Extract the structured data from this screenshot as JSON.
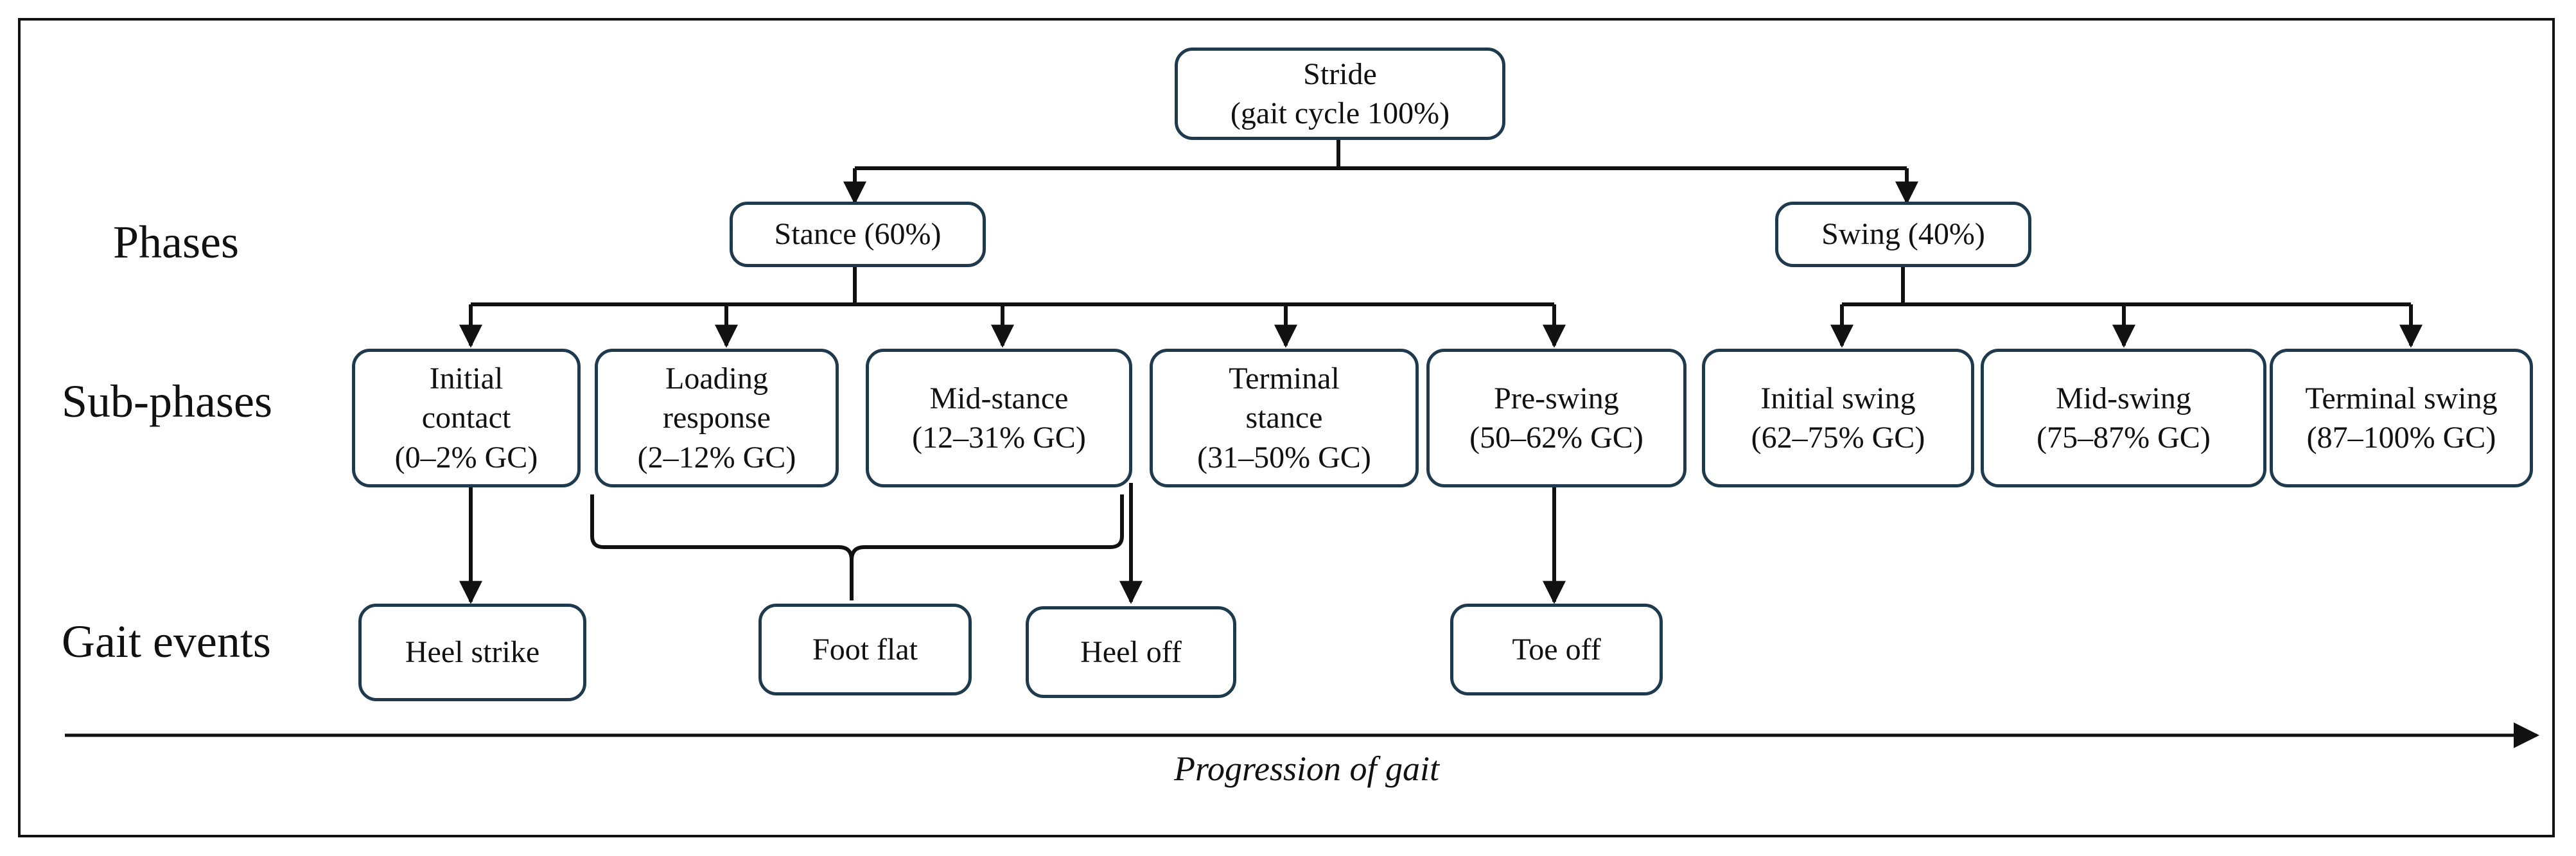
{
  "root": {
    "label": "Stride\n(gait cycle 100%)"
  },
  "row_labels": {
    "phases": "Phases",
    "sub_phases": "Sub-phases",
    "gait_events": "Gait events"
  },
  "phases": [
    {
      "id": "stance",
      "label": "Stance (60%)"
    },
    {
      "id": "swing",
      "label": "Swing (40%)"
    }
  ],
  "sub_phases": [
    {
      "id": "initial-contact",
      "label": "Initial\ncontact\n(0–2% GC)"
    },
    {
      "id": "loading-response",
      "label": "Loading\nresponse\n(2–12% GC)"
    },
    {
      "id": "mid-stance",
      "label": "Mid-stance\n(12–31% GC)"
    },
    {
      "id": "terminal-stance",
      "label": "Terminal\nstance\n(31–50% GC)"
    },
    {
      "id": "pre-swing",
      "label": "Pre-swing\n(50–62% GC)"
    },
    {
      "id": "initial-swing",
      "label": "Initial swing\n(62–75% GC)"
    },
    {
      "id": "mid-swing",
      "label": "Mid-swing\n(75–87% GC)"
    },
    {
      "id": "terminal-swing",
      "label": "Terminal swing\n(87–100% GC)"
    }
  ],
  "gait_events": [
    {
      "id": "heel-strike",
      "label": "Heel strike"
    },
    {
      "id": "foot-flat",
      "label": "Foot flat"
    },
    {
      "id": "heel-off",
      "label": "Heel off"
    },
    {
      "id": "toe-off",
      "label": "Toe off"
    }
  ],
  "axis": {
    "label": "Progression of gait"
  }
}
